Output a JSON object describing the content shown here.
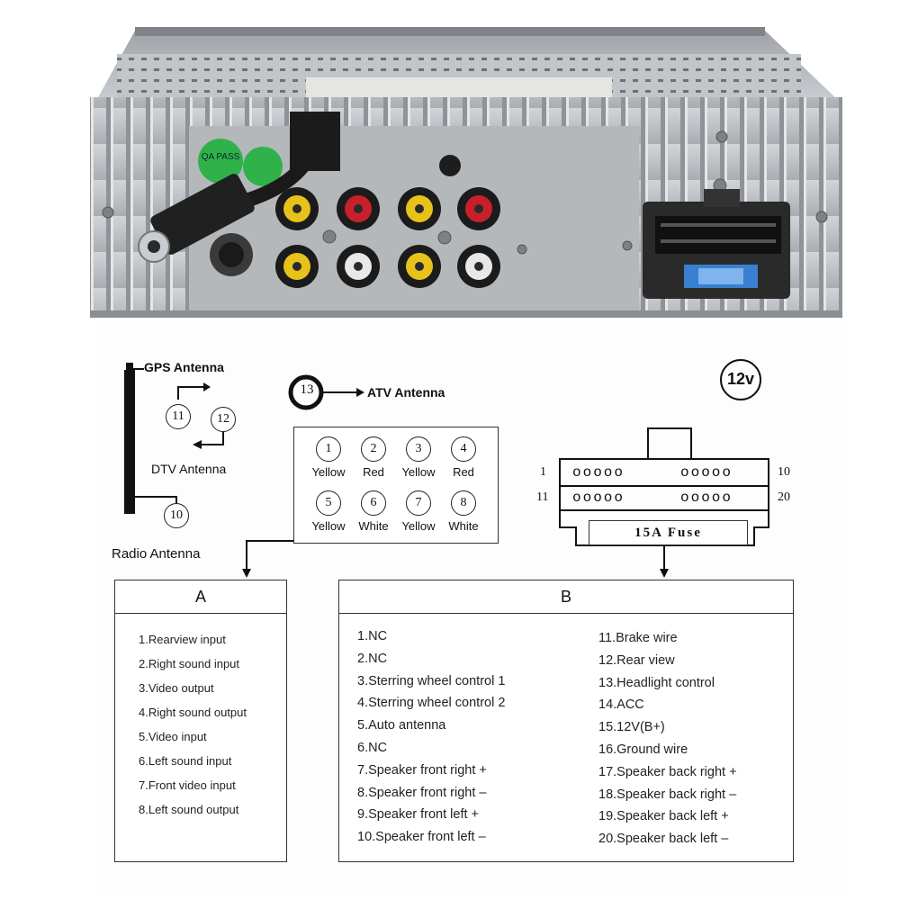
{
  "antenna": {
    "gps": "GPS Antenna",
    "dtv": "DTV Antenna",
    "radio": "Radio Antenna",
    "atv": "ATV Antenna",
    "n11": "11",
    "n12": "12",
    "n10": "10",
    "n13": "13"
  },
  "voltage": "12v",
  "rca": [
    {
      "num": "1",
      "color": "Yellow"
    },
    {
      "num": "2",
      "color": "Red"
    },
    {
      "num": "3",
      "color": "Yellow"
    },
    {
      "num": "4",
      "color": "Red"
    },
    {
      "num": "5",
      "color": "Yellow"
    },
    {
      "num": "6",
      "color": "White"
    },
    {
      "num": "7",
      "color": "Yellow"
    },
    {
      "num": "8",
      "color": "White"
    }
  ],
  "connector": {
    "row1_start": "1",
    "row1_end": "10",
    "row2_start": "11",
    "row2_end": "20",
    "pins_group": "ooooo",
    "fuse": "15A Fuse"
  },
  "box_a": {
    "title": "A",
    "items": [
      "1.Rearview input",
      "2.Right sound input",
      "3.Video output",
      "4.Right sound output",
      "5.Video input",
      "6.Left sound input",
      "7.Front video input",
      "8.Left sound output"
    ]
  },
  "box_b": {
    "title": "B",
    "left": [
      "1.NC",
      "2.NC",
      "3.Sterring wheel control 1",
      "4.Sterring wheel control 2",
      "5.Auto antenna",
      "6.NC",
      "7.Speaker front right +",
      "8.Speaker front right –",
      "9.Speaker front left +",
      "10.Speaker front left –"
    ],
    "right": [
      "11.Brake wire",
      "12.Rear view",
      "13.Headlight control",
      "14.ACC",
      "15.12V(B+)",
      "16.Ground wire",
      "17.Speaker back right +",
      "18.Speaker back right –",
      "19.Speaker back left +",
      "20.Speaker back left –"
    ]
  },
  "photo": {
    "label_stamp": "QA PASS",
    "colors": {
      "body": "#b9bcbf",
      "rca_yellow": "#e6c21a",
      "rca_red": "#c8202a",
      "rca_white": "#e8e8e8",
      "connector": "#2a2a2a",
      "fuse": "#3a7fd0",
      "qa_sticker": "#2fb24a"
    }
  }
}
